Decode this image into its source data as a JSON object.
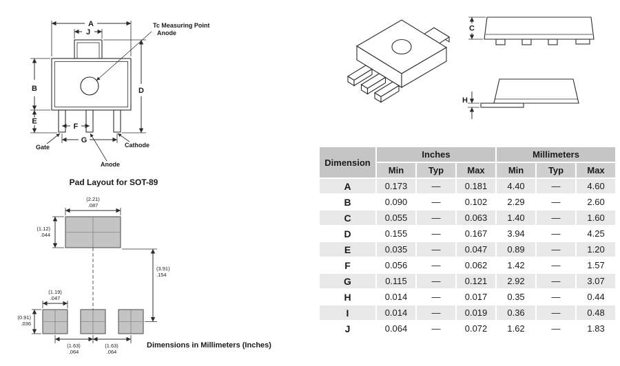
{
  "front_view": {
    "dim_labels": {
      "A": "A",
      "J": "J",
      "B": "B",
      "D": "D",
      "E": "E",
      "F": "F",
      "G": "G"
    },
    "annotations": {
      "tc_line1": "Tc Measuring Point",
      "tc_line2": "Anode",
      "gate": "Gate",
      "cathode": "Cathode",
      "anode": "Anode"
    }
  },
  "side_views": {
    "c": "C",
    "h": "H"
  },
  "pad_layout": {
    "title": "Pad Layout for SOT-89",
    "footnote": "Dimensions in Millimeters (Inches)",
    "dims": {
      "big_pad_width": {
        "mm": "(2.21)",
        "in": ".087"
      },
      "big_pad_height": {
        "mm": "(1.12)",
        "in": ".044"
      },
      "small_pad_width": {
        "mm": "(1.19)",
        "in": ".047"
      },
      "small_pad_height": {
        "mm": "(0.91)",
        "in": ".036"
      },
      "center_to_center": {
        "mm": "(3.91)",
        "in": ".154"
      },
      "pitch_left": {
        "mm": "(1.63)",
        "in": ".064"
      },
      "pitch_right": {
        "mm": "(1.63)",
        "in": ".064"
      }
    }
  },
  "table": {
    "col_dimension": "Dimension",
    "group_inches": "Inches",
    "group_mm": "Millimeters",
    "sub_headers": [
      "Min",
      "Typ",
      "Max",
      "Min",
      "Typ",
      "Max"
    ],
    "rows": [
      {
        "dim": "A",
        "cells": [
          "0.173",
          "—",
          "0.181",
          "4.40",
          "—",
          "4.60"
        ]
      },
      {
        "dim": "B",
        "cells": [
          "0.090",
          "—",
          "0.102",
          "2.29",
          "—",
          "2.60"
        ]
      },
      {
        "dim": "C",
        "cells": [
          "0.055",
          "—",
          "0.063",
          "1.40",
          "—",
          "1.60"
        ]
      },
      {
        "dim": "D",
        "cells": [
          "0.155",
          "—",
          "0.167",
          "3.94",
          "—",
          "4.25"
        ]
      },
      {
        "dim": "E",
        "cells": [
          "0.035",
          "—",
          "0.047",
          "0.89",
          "—",
          "1.20"
        ]
      },
      {
        "dim": "F",
        "cells": [
          "0.056",
          "—",
          "0.062",
          "1.42",
          "—",
          "1.57"
        ]
      },
      {
        "dim": "G",
        "cells": [
          "0.115",
          "—",
          "0.121",
          "2.92",
          "—",
          "3.07"
        ]
      },
      {
        "dim": "H",
        "cells": [
          "0.014",
          "—",
          "0.017",
          "0.35",
          "—",
          "0.44"
        ]
      },
      {
        "dim": "I",
        "cells": [
          "0.014",
          "—",
          "0.019",
          "0.36",
          "—",
          "0.48"
        ]
      },
      {
        "dim": "J",
        "cells": [
          "0.064",
          "—",
          "0.072",
          "1.62",
          "—",
          "1.83"
        ]
      }
    ]
  },
  "colors": {
    "header_bg": "#c5c5c5",
    "subheader_bg": "#cfcfcf",
    "row_alt_bg": "#e8e8e8",
    "pad_fill": "#c4c4c4",
    "line": "#2a2a2a"
  }
}
